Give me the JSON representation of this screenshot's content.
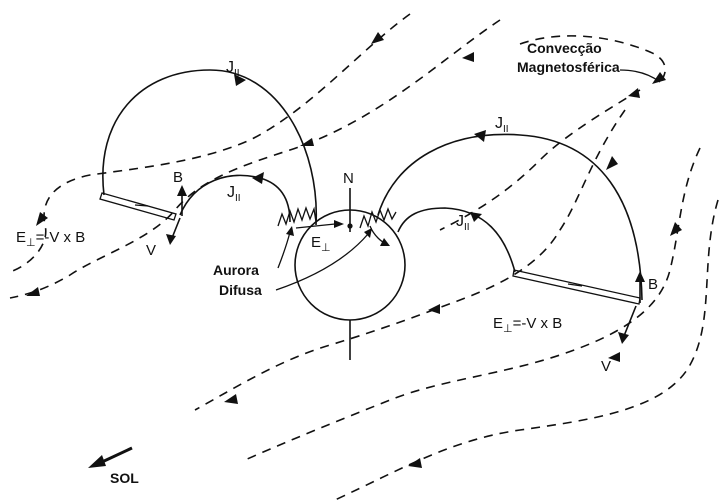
{
  "labels": {
    "convection_line1": "Convecção",
    "convection_line2": "Magnetosférica",
    "j_par": "J",
    "j_par_sub": "II",
    "b": "B",
    "v": "V",
    "n": "N",
    "e_perp": "E",
    "e_perp_sub": "⊥",
    "e_perp_eq": "=-V x B",
    "aurora_line1": "Aurora",
    "aurora_line2": "Difusa",
    "sol": "SOL"
  },
  "colors": {
    "ink": "#111111",
    "background": "#ffffff"
  }
}
